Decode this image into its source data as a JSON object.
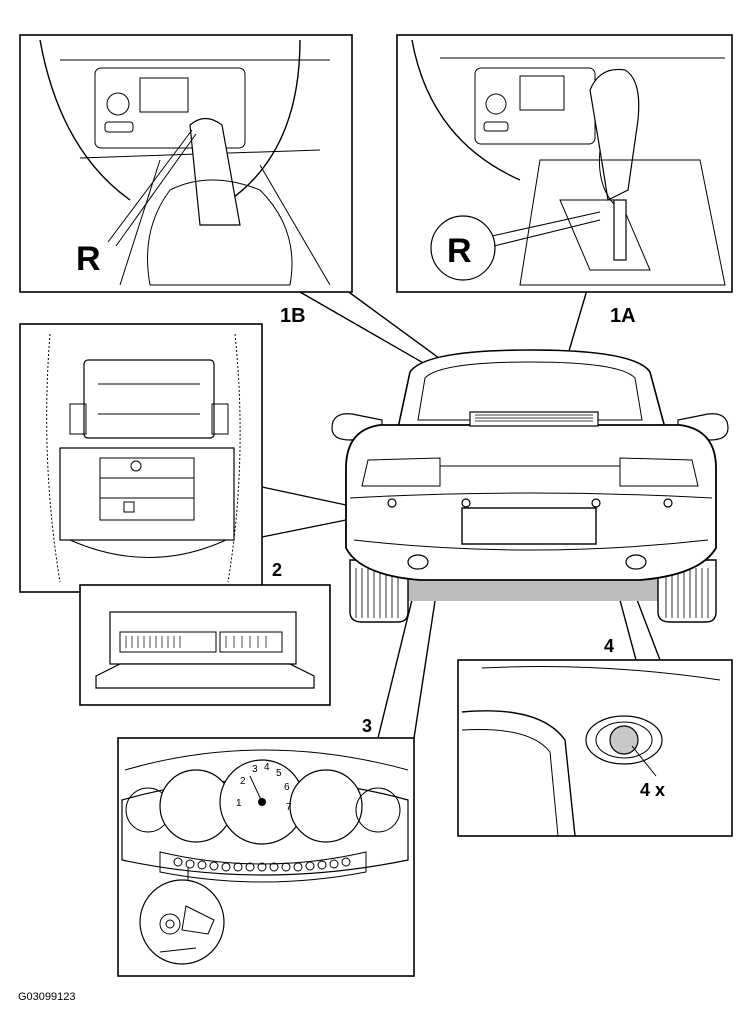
{
  "figure_id": "G03099123",
  "callouts": {
    "c1a": "1A",
    "c1b": "1B",
    "c2": "2",
    "c3": "3",
    "c4": "4"
  },
  "panels": {
    "manual": {
      "gear_letter": "R"
    },
    "automatic": {
      "gear_letter": "R"
    },
    "sensor": {
      "quantity": "4 x"
    }
  },
  "icons": {
    "manual_gear": "gear-lever-icon",
    "automatic_gear": "automatic-selector-icon",
    "control_unit": "control-unit-icon",
    "connector": "connector-icon",
    "cluster": "instrument-cluster-icon",
    "sensor": "parking-sensor-icon"
  }
}
